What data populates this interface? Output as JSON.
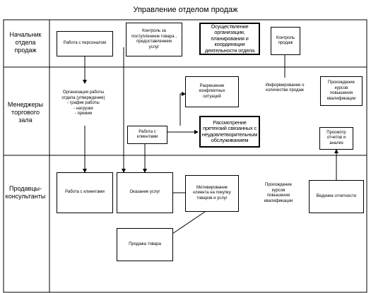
{
  "title": "Управление отделом продаж",
  "lanes": [
    {
      "label": "Начальник\nотдела\nпродаж"
    },
    {
      "label": "Менеджеры\nторгового\nзала"
    },
    {
      "label": "Продавцы-\nконсультанты"
    }
  ],
  "boxes": {
    "work_with_staff": "Работа с персоналом",
    "control_supply": "Контроль за\nпоступлением товара ,\nпредоставлением\nуслуг",
    "org_planning": "Осуществление\nорганизации,\nпланирования и\nкоординации\nдеятельности отдела",
    "sales_control": "Контроль\nпродаж",
    "work_org": "Организация работы\nотдела (утверждение)\n- график работы\n- нагрузки\n- премии",
    "conflict_resolution": "Разрешение\nконфликтных\nситуаций",
    "sales_info": "Информирование о\nколичестве продаж",
    "training_managers": "Прохождение\nкурсов\nповышения\nквалификации",
    "work_with_clients_mgr": "Работа с\nклиентами",
    "complaints": "Рассмотрение\nпретензий связанных с\nнеудовлетворительным\nобслуживанием",
    "view_reports": "Просмотр\nотчетов и\nанализ",
    "work_with_clients": "Работа с клиентами",
    "service": "Оказание услуг",
    "motivation": "Мотивирование\nклиента на покупку\nтоваров и услуг",
    "training_sellers": "Прохождение\nкурсов\nповышения\nквалификации",
    "reporting": "Ведение отчетности",
    "product_sale": "Продажа товара"
  }
}
